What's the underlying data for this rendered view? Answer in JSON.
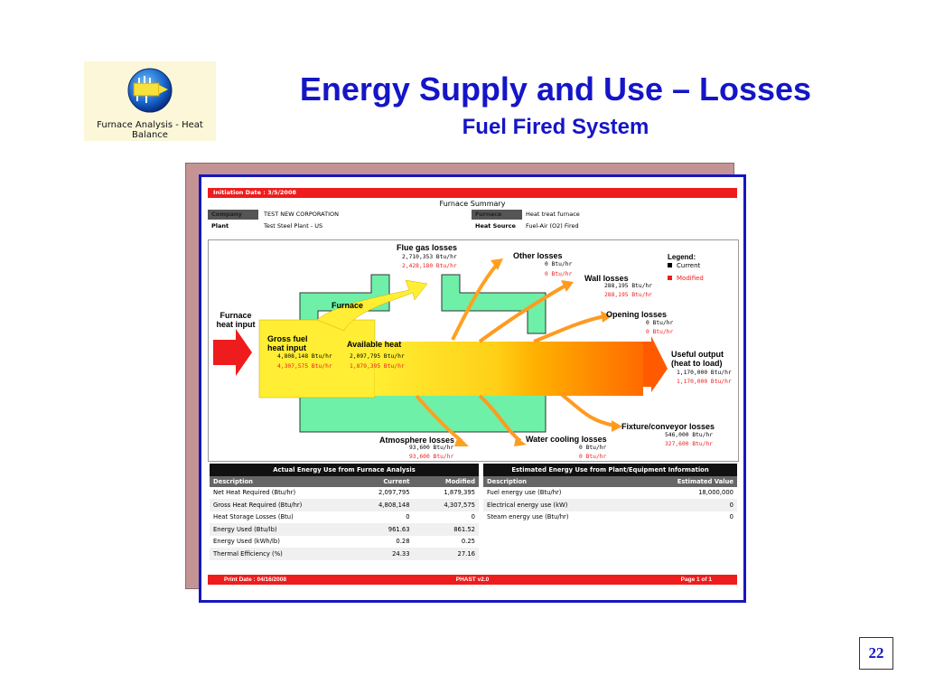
{
  "logo": {
    "caption": "Furnace Analysis - Heat Balance",
    "icon": "furnace-globe-icon"
  },
  "title": "Energy Supply and Use – Losses",
  "subtitle": "Fuel Fired System",
  "report": {
    "initiation": "Initiation Date : 3/5/2008",
    "summary_title": "Furnace Summary",
    "company_label": "Company",
    "company": "TEST NEW CORPORATION",
    "plant_label": "Plant",
    "plant": "Test Steel Plant - US",
    "furnace_label": "Furnace",
    "furnace": "Heat treat furnace",
    "heat_source_label": "Heat Source",
    "heat_source": "Fuel-Air (O2) Fired",
    "print_date": "Print Date : 04/16/2008",
    "version": "PHAST v2.0",
    "page": "Page 1 of 1"
  },
  "diagram": {
    "furnace": "Furnace",
    "heat_input": "Furnace heat input",
    "gross_fuel": {
      "label": "Gross fuel heat input",
      "current": "4,808,148 Btu/hr",
      "modified": "4,307,575 Btu/hr"
    },
    "available_heat": {
      "label": "Available heat",
      "current": "2,097,795 Btu/hr",
      "modified": "1,879,395 Btu/hr"
    },
    "flue_gas": {
      "label": "Flue gas losses",
      "current": "2,710,353 Btu/hr",
      "modified": "2,428,180 Btu/hr"
    },
    "other": {
      "label": "Other losses",
      "current": "0 Btu/hr",
      "modified": "0 Btu/hr"
    },
    "wall": {
      "label": "Wall losses",
      "current": "288,195 Btu/hr",
      "modified": "288,195 Btu/hr"
    },
    "opening": {
      "label": "Opening losses",
      "current": "0 Btu/hr",
      "modified": "0 Btu/hr"
    },
    "useful": {
      "label": "Useful output (heat to load)",
      "current": "1,170,000 Btu/hr",
      "modified": "1,170,000 Btu/hr"
    },
    "fixture": {
      "label": "Fixture/conveyor losses",
      "current": "546,000 Btu/hr",
      "modified": "327,600 Btu/hr"
    },
    "water": {
      "label": "Water cooling losses",
      "current": "0 Btu/hr",
      "modified": "0 Btu/hr"
    },
    "atmosphere": {
      "label": "Atmosphere losses",
      "current": "93,600 Btu/hr",
      "modified": "93,600 Btu/hr"
    },
    "legend": {
      "title": "Legend:",
      "current": "Current",
      "modified": "Modified"
    },
    "colors": {
      "current": "#000000",
      "modified": "#ee1c1c",
      "furnace_wall": "#6ef0a8",
      "flow": "#ffee33",
      "output": "#ff6600"
    }
  },
  "actual_table": {
    "title": "Actual Energy Use from Furnace Analysis",
    "headers": [
      "Description",
      "Current",
      "Modified"
    ],
    "rows": [
      [
        "Net Heat Required (Btu/hr)",
        "2,097,795",
        "1,879,395"
      ],
      [
        "Gross Heat Required (Btu/hr)",
        "4,808,148",
        "4,307,575"
      ],
      [
        "Heat Storage Losses (Btu)",
        "0",
        "0"
      ],
      [
        "Energy Used (Btu/lb)",
        "961.63",
        "861.52"
      ],
      [
        "Energy Used (kWh/lb)",
        "0.28",
        "0.25"
      ],
      [
        "Thermal Efficiency (%)",
        "24.33",
        "27.16"
      ]
    ]
  },
  "estimated_table": {
    "title": "Estimated Energy Use from Plant/Equipment Information",
    "headers": [
      "Description",
      "Estimated Value"
    ],
    "rows": [
      [
        "Fuel energy use (Btu/hr)",
        "18,000,000"
      ],
      [
        "Electrical energy use (kW)",
        "0"
      ],
      [
        "Steam energy use (Btu/hr)",
        "0"
      ]
    ]
  },
  "page_number": "22"
}
